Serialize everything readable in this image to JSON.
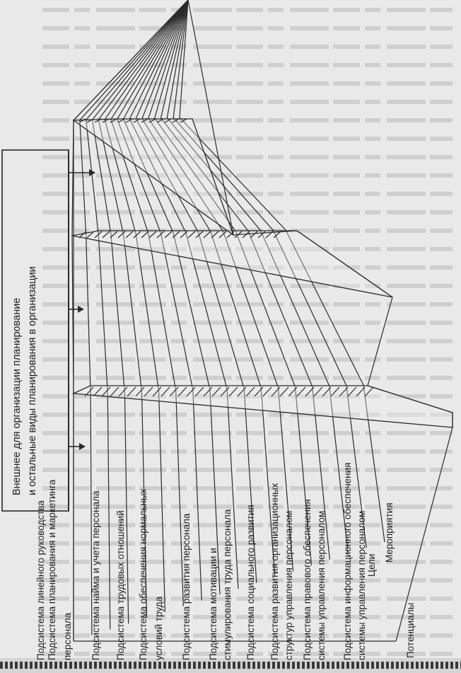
{
  "outer_box": {
    "line1": "Внешнее для организации планирование",
    "line2": "и остальные виды планирования в организации"
  },
  "subsystems": [
    [
      "Подсистема линейного руководства"
    ],
    [
      "Подсистема планирования и маркетинга",
      "персонала"
    ],
    [
      "Подсистема найма и учета персонала"
    ],
    [
      "Подсистема трудовых отношений"
    ],
    [
      "Подсистема обеспечения нормальных",
      "условий труда"
    ],
    [
      "Подсистема развития персонала"
    ],
    [
      "Подсистема мотивации и",
      "стимулирования труда персонала"
    ],
    [
      "Подсистема социального развития"
    ],
    [
      "Подсистема развития организационных",
      "структур управления персоналом"
    ],
    [
      "Подсистема правового обеспечения",
      "системы управления персоналом"
    ],
    [
      "Подсистема информационного обеспечения",
      "системы управления персоналом"
    ]
  ],
  "levels": [
    "Цели",
    "Мероприятия",
    "Потенциалы"
  ],
  "colors": {
    "line": "#2b2b2b",
    "text": "#1e1e1e",
    "face": "#f2f2f2",
    "paper": "#e9e9e9"
  }
}
